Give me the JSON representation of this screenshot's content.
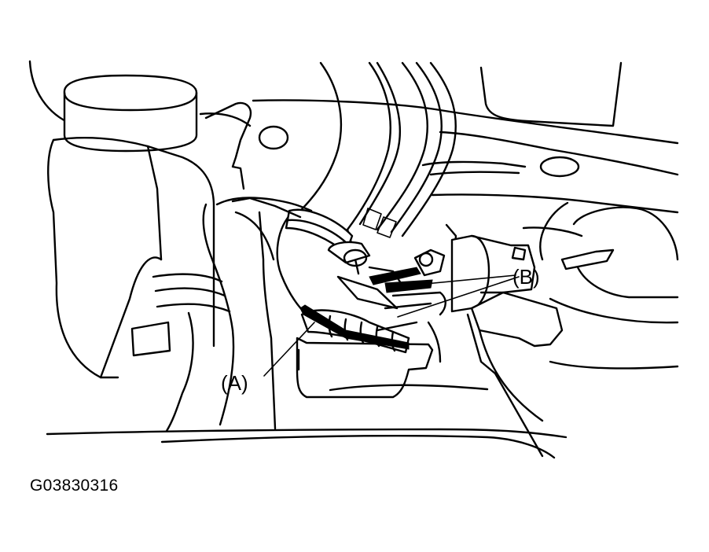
{
  "diagram": {
    "callouts": [
      {
        "id": "A",
        "label": "(A)"
      },
      {
        "id": "B",
        "label": "(B)"
      }
    ],
    "figure_code": "G03830316"
  },
  "colors": {
    "line": "#000000",
    "background": "#ffffff"
  }
}
